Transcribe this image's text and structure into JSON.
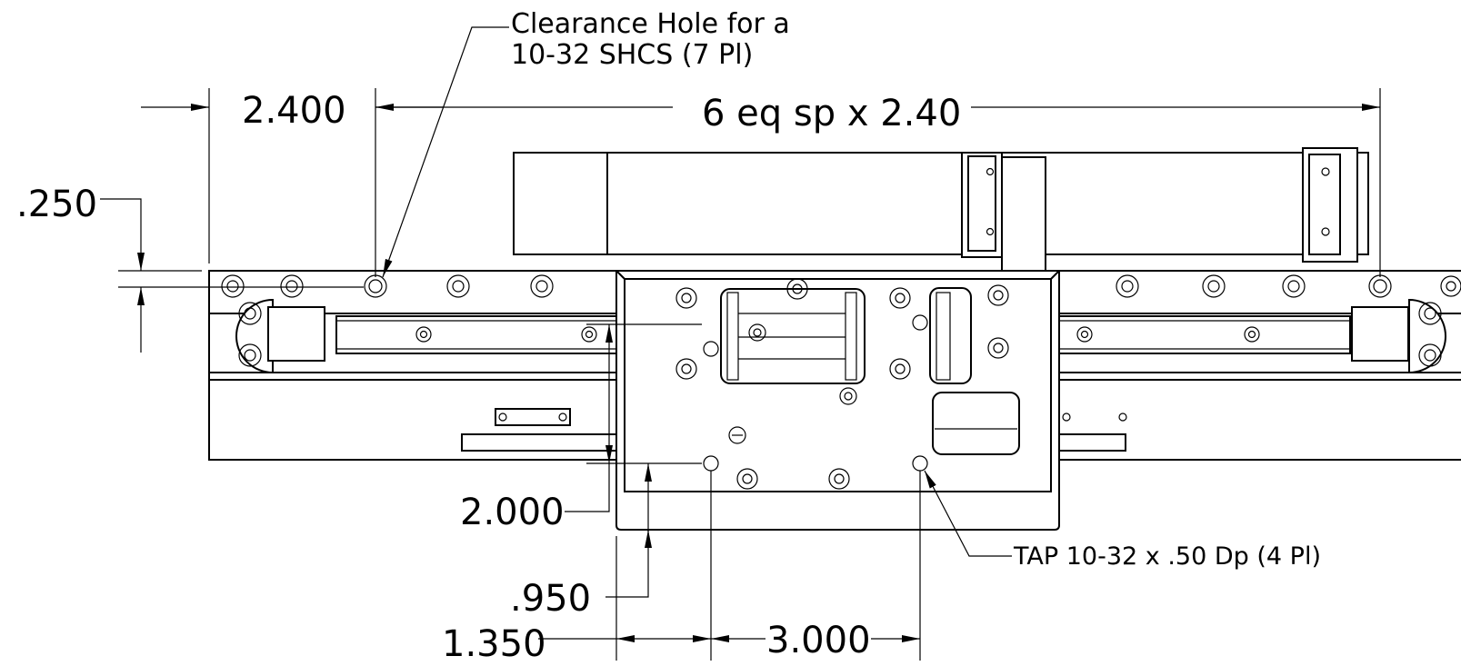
{
  "dimensions": {
    "spacing_first": "2.400",
    "spacing_pattern": "6 eq sp x 2.40",
    "edge_offset": ".250",
    "tap_vertical": "2.000",
    "tap_offset_y": ".950",
    "tap_offset_x": "1.350",
    "tap_horizontal": "3.000"
  },
  "notes": {
    "clearance_line1": "Clearance Hole for a",
    "clearance_line2": "10-32 SHCS (7 Pl)",
    "tap_callout": "TAP 10-32 x .50 Dp (4 Pl)"
  },
  "colors": {
    "line": "#000000",
    "background": "#ffffff"
  }
}
